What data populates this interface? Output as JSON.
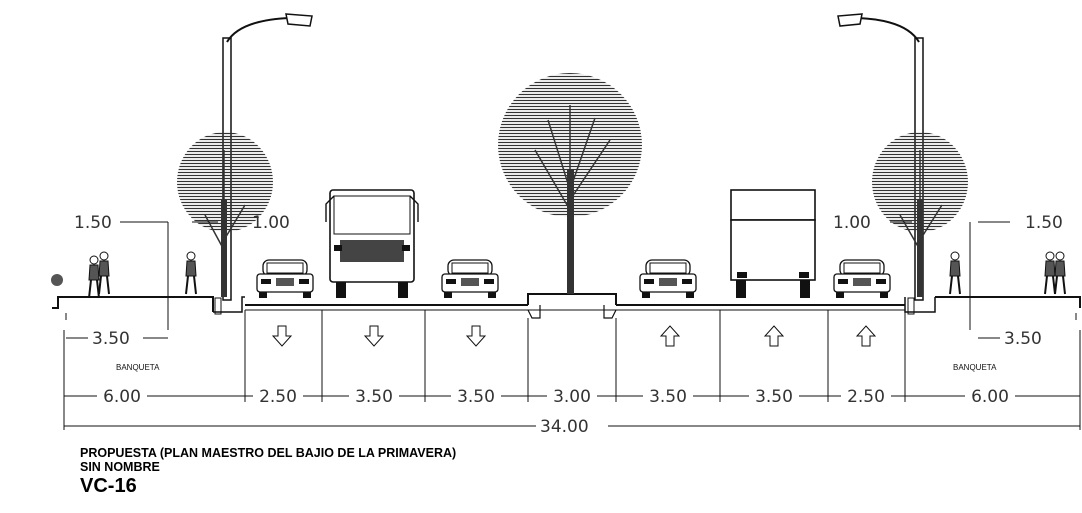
{
  "dimensions": {
    "top": {
      "left_setback": "1.50",
      "left_clear": "1.00",
      "right_clear": "1.00",
      "right_setback": "1.50"
    },
    "walk_inner": {
      "left": "3.50",
      "right": "3.50"
    },
    "walk_label": {
      "left": "BANQUETA",
      "right": "BANQUETA"
    },
    "lanes": [
      "6.00",
      "2.50",
      "3.50",
      "3.50",
      "3.00",
      "3.50",
      "3.50",
      "2.50",
      "6.00"
    ],
    "total": "34.00"
  },
  "arrows": [
    "down",
    "down",
    "down",
    "up",
    "up",
    "up"
  ],
  "title": {
    "line1": "PROPUESTA (PLAN MAESTRO DEL BAJIO DE LA PRIMAVERA)",
    "line2": "SIN NOMBRE",
    "code": "VC-16"
  },
  "colors": {
    "line": "#111111",
    "dim_text": "#333333",
    "foliage": "#3a3a3a"
  }
}
